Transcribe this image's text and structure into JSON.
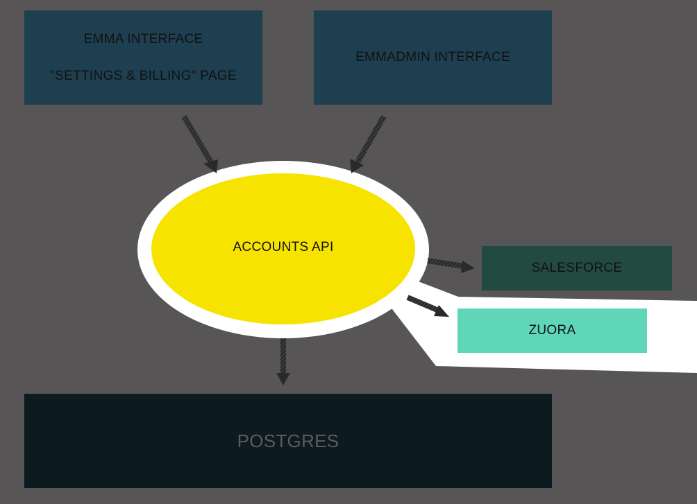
{
  "nodes": {
    "emma_interface": {
      "line1": "EMMA INTERFACE",
      "line2": "\"SETTINGS & BILLING\" PAGE"
    },
    "emmadmin_interface": {
      "label": "EMMADMIN INTERFACE"
    },
    "accounts_api": {
      "label": "ACCOUNTS API"
    },
    "salesforce": {
      "label": "SALESFORCE"
    },
    "zuora": {
      "label": "ZUORA"
    },
    "postgres": {
      "label": "POSTGRES"
    }
  },
  "colors": {
    "background": "#575556",
    "interface_box": "#1d3f4f",
    "accounts_api_fill": "#f7e300",
    "accounts_api_outline": "#ffffff",
    "salesforce": "#234a40",
    "zuora": "#5fd6b9",
    "postgres": "#0d1a1f",
    "highlight": "#ffffff",
    "arrow": "#2a2a2a"
  }
}
